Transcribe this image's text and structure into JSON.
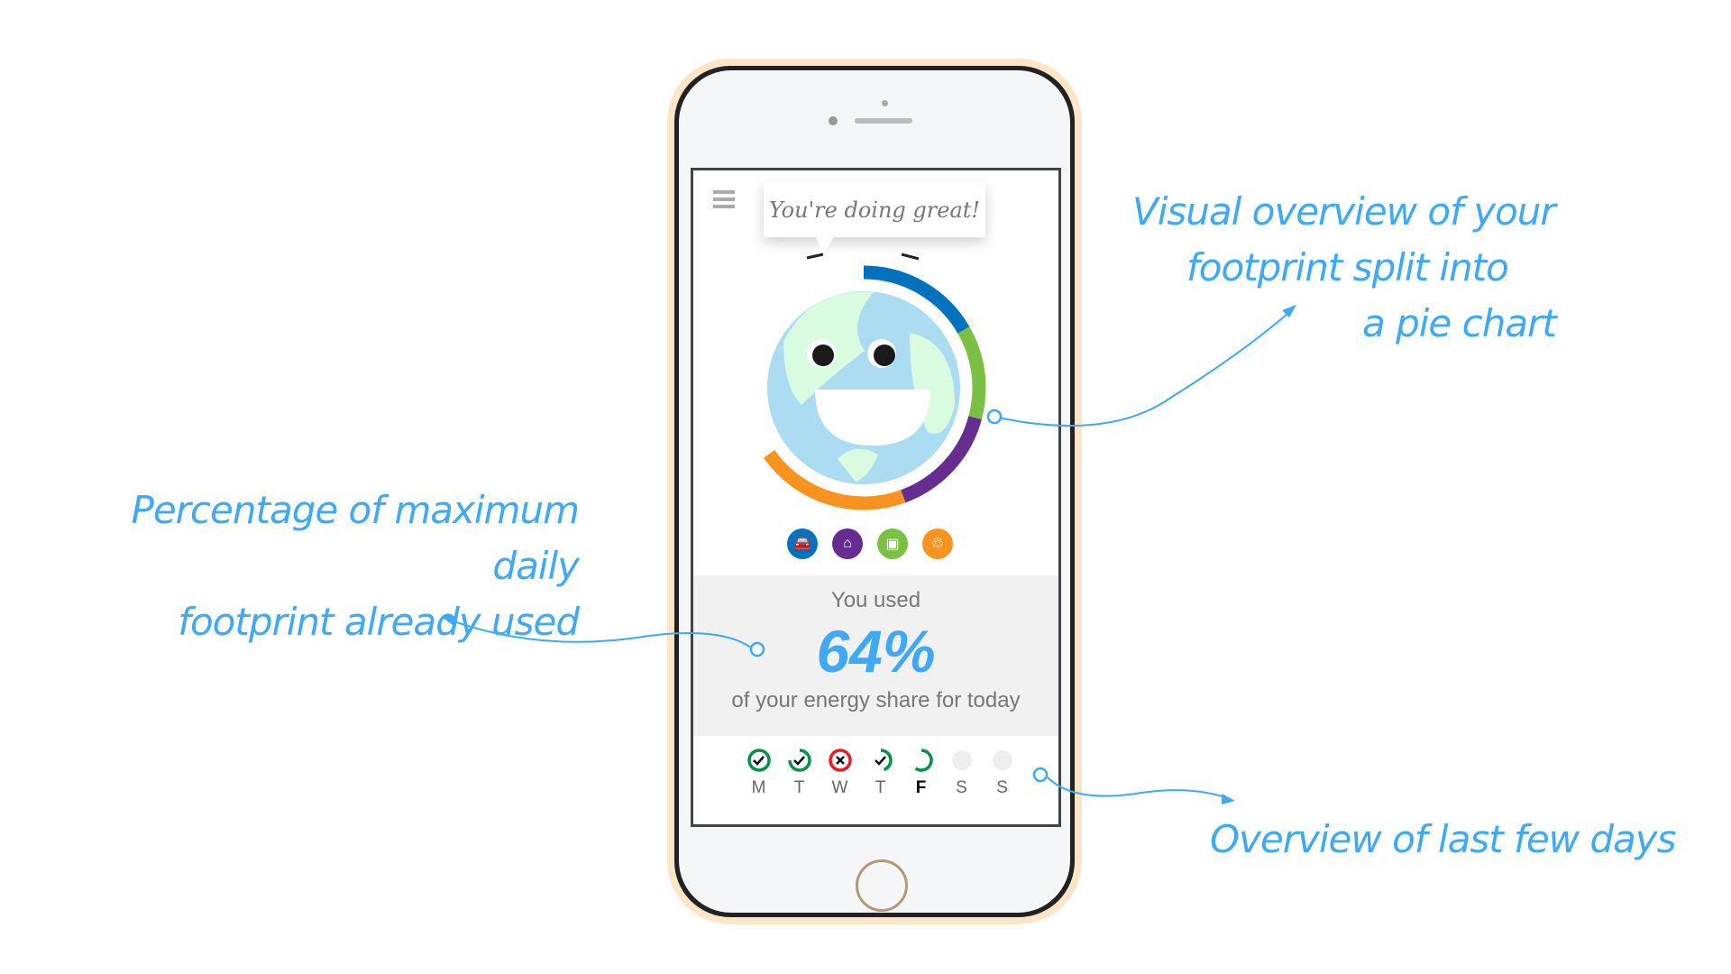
{
  "app": {
    "bubble_text": "You're doing great!",
    "menu_icon": "hamburger-icon",
    "footprint_chart": {
      "type": "pie",
      "segments": [
        {
          "name": "transport",
          "icon": "car-icon",
          "color": "#0071bc",
          "start_deg": 0,
          "end_deg": 60
        },
        {
          "name": "shopping",
          "icon": "shopping-bag-icon",
          "color": "#7ac143",
          "start_deg": 60,
          "end_deg": 105
        },
        {
          "name": "home",
          "icon": "home-icon",
          "color": "#662d91",
          "start_deg": 105,
          "end_deg": 160
        },
        {
          "name": "food",
          "icon": "cutlery-icon",
          "color": "#f7931e",
          "start_deg": 160,
          "end_deg": 235
        }
      ]
    },
    "usage": {
      "prefix": "You used",
      "percent": "64%",
      "suffix": "of your energy share for today"
    },
    "days": [
      {
        "label": "M",
        "status": "success",
        "progress": 1.0
      },
      {
        "label": "T",
        "status": "success",
        "progress": 0.75
      },
      {
        "label": "W",
        "status": "fail",
        "progress": 1.0
      },
      {
        "label": "T",
        "status": "success",
        "progress": 0.45
      },
      {
        "label": "F",
        "status": "current",
        "progress": 0.6
      },
      {
        "label": "S",
        "status": "future",
        "progress": 0
      },
      {
        "label": "S",
        "status": "future",
        "progress": 0
      }
    ]
  },
  "annotations": {
    "pie": [
      "Visual overview of your",
      "footprint split into",
      "a pie chart"
    ],
    "percentage": [
      "Percentage of maximum daily",
      "footprint already used"
    ],
    "days": "Overview of last few days"
  },
  "colors": {
    "accent": "#3fa9f5",
    "success": "#009245",
    "fail": "#ed1c24"
  }
}
